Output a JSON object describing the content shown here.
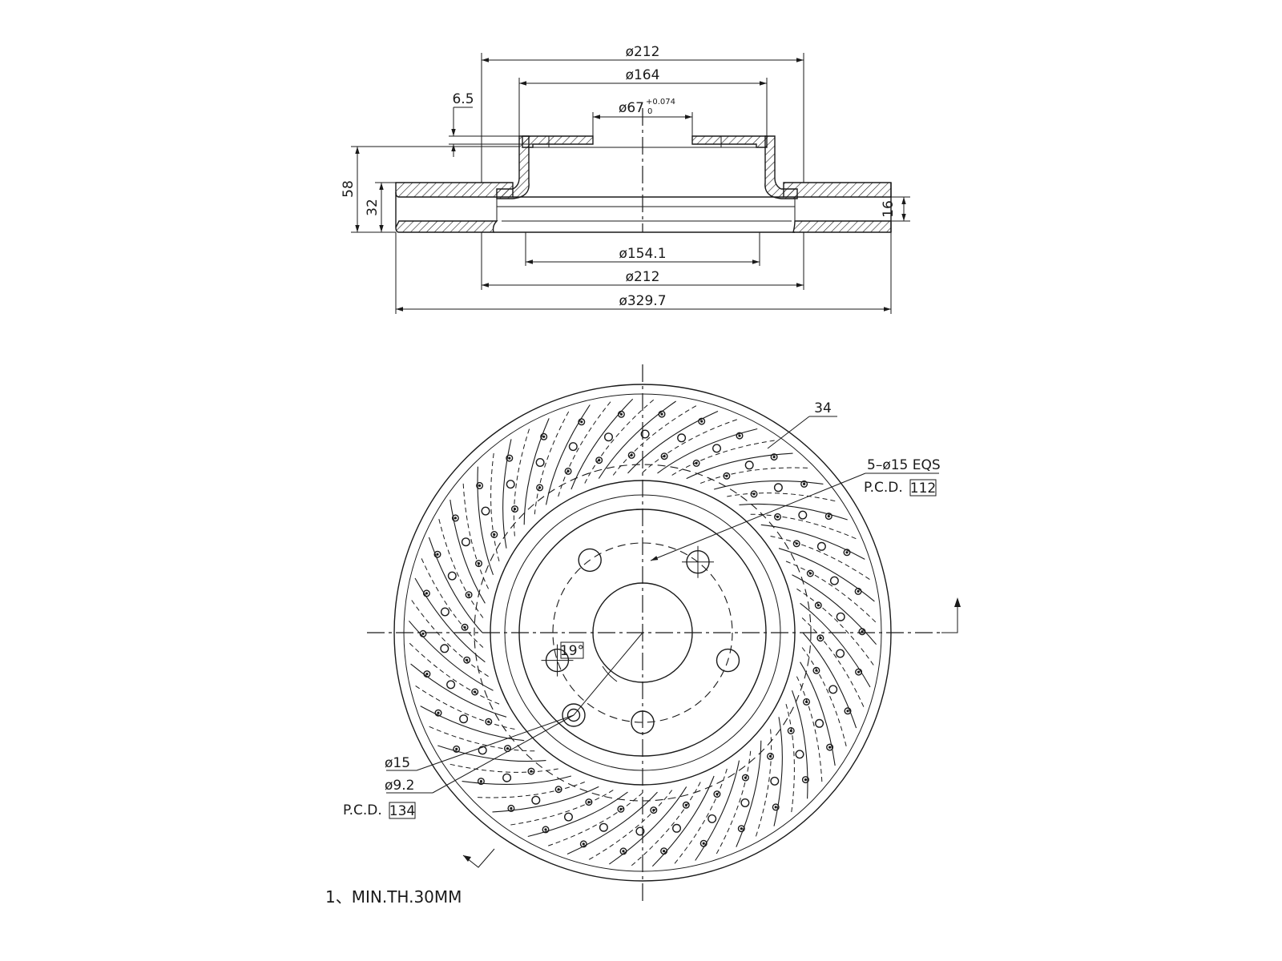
{
  "drawing": {
    "section_view": {
      "dimensions": {
        "top_outer_diameter": "ø212",
        "hat_diameter": "ø164",
        "bore_diameter": "ø67",
        "bore_tolerance_upper": "+0.074",
        "bore_tolerance_lower": "0",
        "hat_thickness": "6.5",
        "overall_height": "58",
        "disc_thickness": "32",
        "vane_gap": "16",
        "inner_diameter": "ø154.1",
        "bottom_outer_diameter": "ø212",
        "disc_diameter": "ø329.7"
      }
    },
    "face_view": {
      "slot_count": "34",
      "bolt_holes": "5–ø15 EQS",
      "bolt_pcd_label": "P.C.D.",
      "bolt_pcd_value": "112",
      "angle_label": "19°",
      "drill_hole_diameter": "ø15",
      "small_hole_diameter": "ø9.2",
      "small_pcd_label": "P.C.D.",
      "small_pcd_value": "134"
    },
    "notes": {
      "min_thickness": "1、MIN.TH.30MM"
    }
  }
}
